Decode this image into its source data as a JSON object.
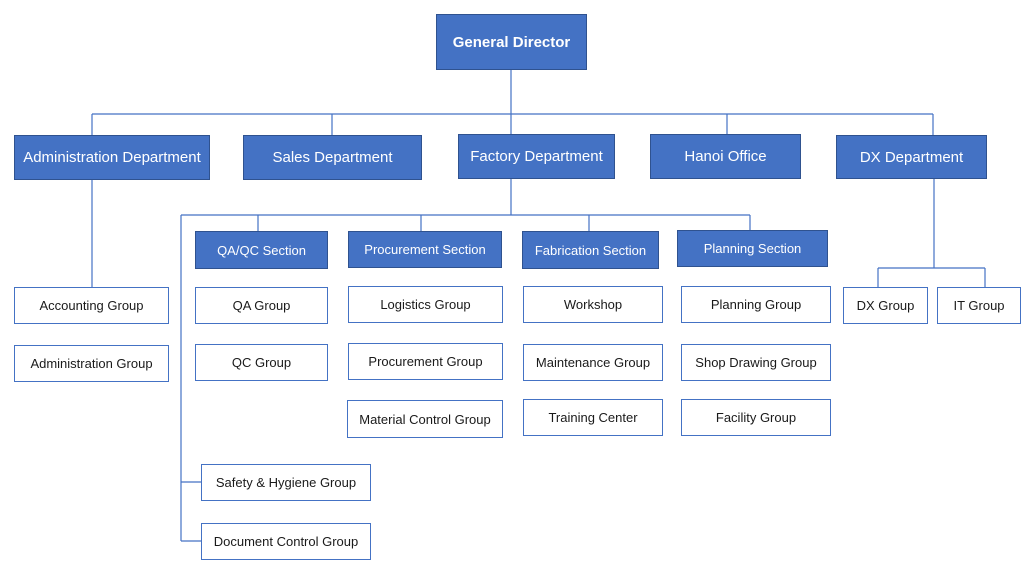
{
  "org_chart": {
    "colors": {
      "box_fill": "#4472c4",
      "box_border": "#2f528f",
      "connector": "#4472c4",
      "outline_border": "#4472c4"
    },
    "root": "General Director",
    "departments": {
      "administration": "Administration Department",
      "sales": "Sales Department",
      "factory": "Factory Department",
      "hanoi": "Hanoi Office",
      "dx": "DX Department"
    },
    "administration_groups": [
      "Accounting Group",
      "Administration Group"
    ],
    "dx_groups": [
      "DX Group",
      "IT Group"
    ],
    "sections": {
      "qaqc": "QA/QC Section",
      "procurement": "Procurement Section",
      "fabrication": "Fabrication Section",
      "planning": "Planning Section"
    },
    "qaqc_groups": [
      "QA Group",
      "QC Group"
    ],
    "procurement_groups": [
      "Logistics Group",
      "Procurement Group",
      "Material Control Group"
    ],
    "fabrication_groups": [
      "Workshop",
      "Maintenance Group",
      "Training Center"
    ],
    "planning_groups": [
      "Planning Group",
      "Shop Drawing Group",
      "Facility Group"
    ],
    "factory_direct_groups": [
      "Safety & Hygiene Group",
      "Document Control Group"
    ]
  }
}
